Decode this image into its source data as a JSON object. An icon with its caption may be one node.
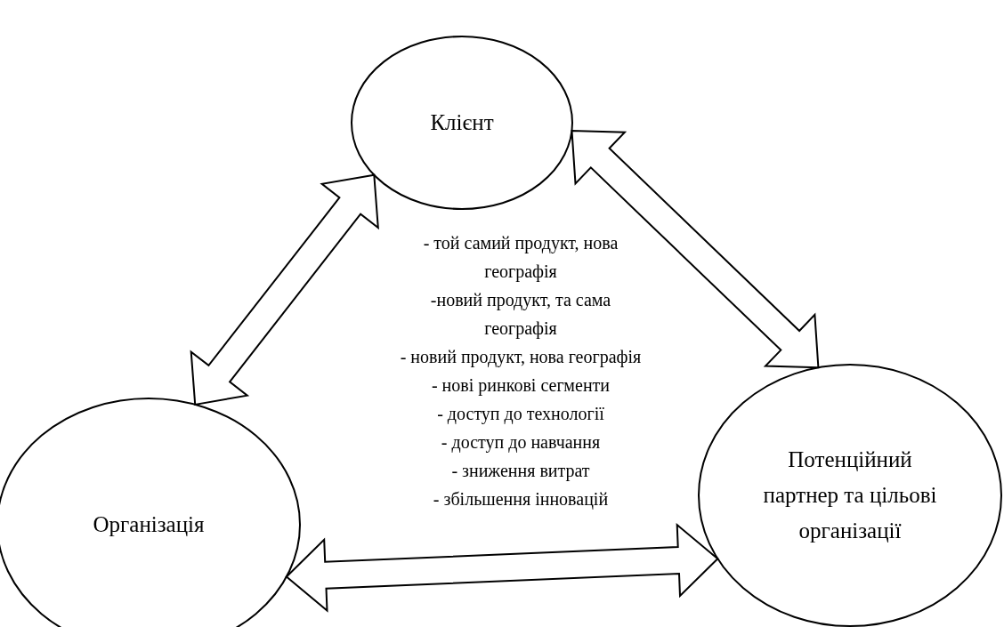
{
  "diagram": {
    "nodes": [
      {
        "text": [
          "Клієнт"
        ]
      },
      {
        "text": [
          "Організація"
        ]
      },
      {
        "text": [
          "Потенційний партнер та цільові організації"
        ]
      }
    ],
    "edges": [
      {
        "from": 0,
        "to": 1,
        "arrow": "both"
      },
      {
        "from": 0,
        "to": 2,
        "arrow": "both"
      },
      {
        "from": 1,
        "to": 2,
        "arrow": "both"
      }
    ],
    "labels": [
      "- той самий продукт, нова географія",
      "-новий продукт, та сама географія",
      "- новий продукт, нова географія",
      "- нові ринкові сегменти",
      "- доступ до технології",
      "- доступ до навчання",
      "- зниження витрат",
      "- збільшення інновацій"
    ]
  }
}
